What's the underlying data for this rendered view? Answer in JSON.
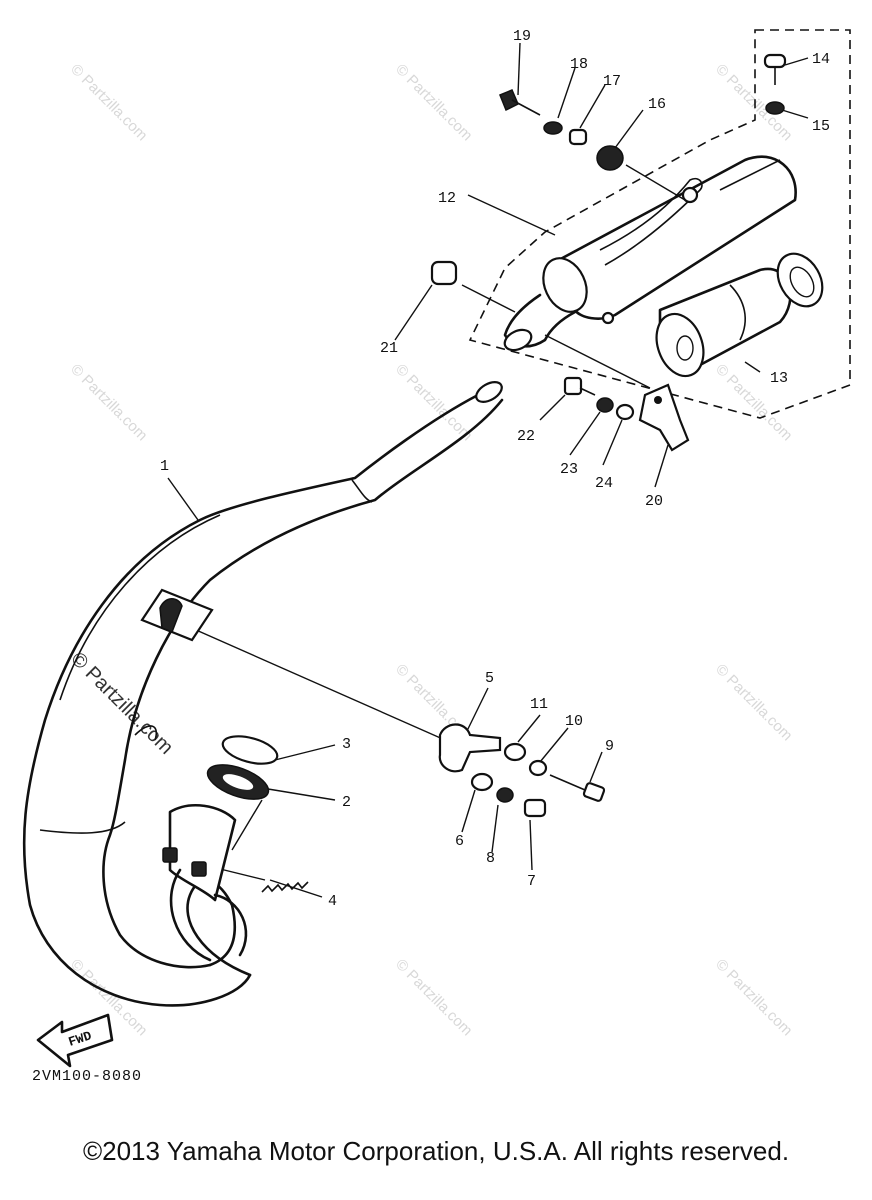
{
  "diagram_code": "2VM100-8080",
  "copyright": "©2013 Yamaha Motor Corporation, U.S.A. All rights reserved.",
  "fwd_label": "FWD",
  "watermark": "© Partzilla.com",
  "callouts": {
    "n1": "1",
    "n2": "2",
    "n3": "3",
    "n4": "4",
    "n5": "5",
    "n6": "6",
    "n7": "7",
    "n8": "8",
    "n9": "9",
    "n10": "10",
    "n11": "11",
    "n12": "12",
    "n13": "13",
    "n14": "14",
    "n15": "15",
    "n16": "16",
    "n17": "17",
    "n18": "18",
    "n19": "19",
    "n20": "20",
    "n21": "21",
    "n22": "22",
    "n23": "23",
    "n24": "24"
  }
}
